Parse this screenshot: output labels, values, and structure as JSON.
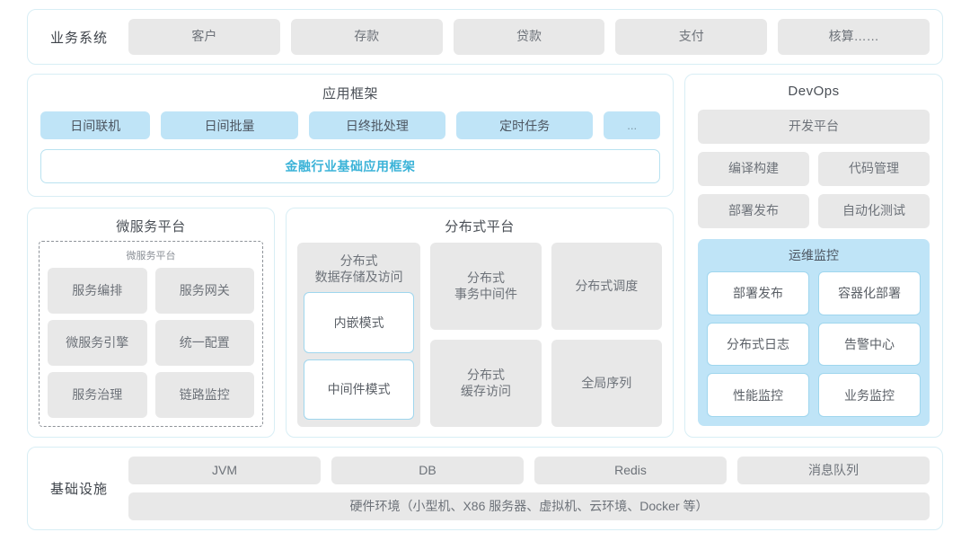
{
  "business_systems": {
    "label": "业务系统",
    "items": [
      "客户",
      "存款",
      "贷款",
      "支付",
      "核算……"
    ]
  },
  "app_framework": {
    "title": "应用框架",
    "chips": [
      "日间联机",
      "日间批量",
      "日终批处理",
      "定时任务",
      "..."
    ],
    "base_bar": "金融行业基础应用框架"
  },
  "microservice_platform": {
    "title": "微服务平台",
    "subtitle": "微服务平台",
    "items": [
      "服务编排",
      "服务网关",
      "微服务引擎",
      "统一配置",
      "服务治理",
      "链路监控"
    ]
  },
  "distributed_platform": {
    "title": "分布式平台",
    "storage_card": {
      "title": "分布式\n数据存储及访问",
      "title_line1": "分布式",
      "title_line2": "数据存储及访问",
      "modes": [
        "内嵌模式",
        "中间件模式"
      ]
    },
    "column2": [
      {
        "line1": "分布式",
        "line2": "事务中间件"
      },
      {
        "line1": "分布式",
        "line2": "缓存访问"
      }
    ],
    "column3": [
      {
        "line1": "分布式调度",
        "line2": ""
      },
      {
        "line1": "全局序列",
        "line2": ""
      }
    ]
  },
  "devops": {
    "title": "DevOps",
    "platform": "开发平台",
    "pair1": [
      "编译构建",
      "代码管理"
    ],
    "pair2": [
      "部署发布",
      "自动化测试"
    ],
    "ops_monitoring": {
      "title": "运维监控",
      "items": [
        "部署发布",
        "容器化部署",
        "分布式日志",
        "告警中心",
        "性能监控",
        "业务监控"
      ]
    }
  },
  "infrastructure": {
    "label": "基础设施",
    "items": [
      "JVM",
      "DB",
      "Redis",
      "消息队列"
    ],
    "hardware": "硬件环境（小型机、X86 服务器、虚拟机、云环境、Docker 等）"
  },
  "colors": {
    "panel_border": "#d8eef5",
    "grey_chip": "#e8e8e8",
    "blue_chip": "#bfe4f7",
    "accent_text": "#3bb3d8"
  }
}
